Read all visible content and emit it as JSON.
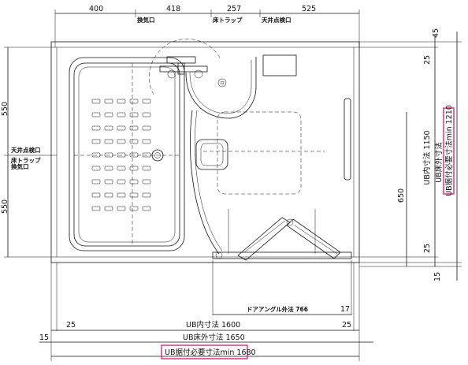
{
  "labels": {
    "top_1": "400",
    "top_2": "418",
    "top_3": "257",
    "top_4": "525",
    "vent": "換気口",
    "floor_trap": "床トラップ",
    "ceiling_hatch": "天井点検口",
    "left_550_top": "550",
    "left_550_bottom": "550",
    "left_hatch": "天井点検口",
    "left_trap": "床トラップ",
    "left_vent": "換気口",
    "right_45": "45",
    "right_25_top": "25",
    "ub_inner_h": "UB内寸法 1150",
    "ub_outer_h": "UB床外寸法",
    "ub_install_h": "UB据付必要寸法min 1210",
    "dim_650": "650",
    "right_25_bottom": "25",
    "right_15": "15",
    "door_frame": "ドアアングル外法 766",
    "dim_17": "17",
    "bottom_25_left": "25",
    "ub_inner_w": "UB内寸法 1600",
    "bottom_25_right": "25",
    "bottom_15": "15",
    "ub_outer_w": "UB床外寸法 1650",
    "ub_install_w": "UB据付必要寸法min 1680"
  },
  "colors": {
    "highlight": "#e0287a",
    "line": "#111111"
  }
}
